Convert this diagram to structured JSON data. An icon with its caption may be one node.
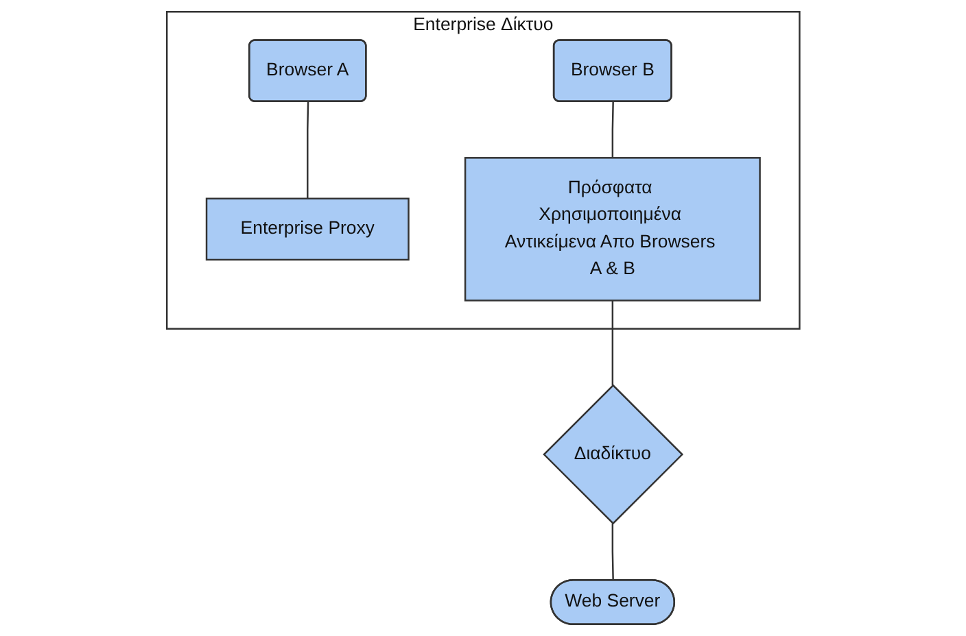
{
  "diagram": {
    "nodes": [
      {
        "text": [
          "Enterprise Δίκτυο"
        ]
      },
      {
        "text": [
          "Browser A"
        ],
        "in": 0
      },
      {
        "text": [
          "Browser B"
        ],
        "in": 0
      },
      {
        "text": [
          "Enterprise Proxy"
        ],
        "in": 0
      },
      {
        "text": [
          "Πρόσφατα Χρησιμοποιημένα Αντικείμενα Απο Browsers A & B"
        ],
        "in": 0
      },
      {
        "text": [
          "Διαδίκτυο"
        ]
      },
      {
        "text": [
          "Web Server"
        ]
      }
    ],
    "edges": [
      {
        "from": 1,
        "to": 3,
        "arrow": "none"
      },
      {
        "from": 2,
        "to": 4,
        "arrow": "none"
      },
      {
        "from": 4,
        "to": 5,
        "arrow": "none"
      },
      {
        "from": 5,
        "to": 6,
        "arrow": "none"
      }
    ]
  }
}
